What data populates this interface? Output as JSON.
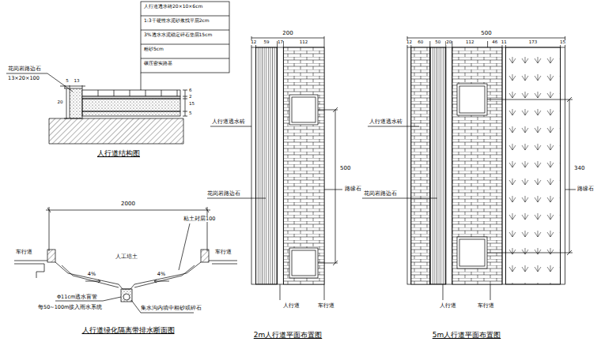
{
  "diagram": {
    "labels": [
      "人行道透水砖20×10×6cm",
      "1:3干硬性水泥砂浆找平层2cm",
      "3%透水水泥稳定碎石垫层15cm",
      "粗砂5cm",
      "碾压密实路基",
      "花岗岩路边石",
      "13×20×100",
      "5",
      "13",
      "20",
      "6",
      "2",
      "15",
      "5",
      "人行道结构图",
      "2000",
      "粘土封层100",
      "车行道",
      "人工培土",
      "车行道",
      "4%",
      "4%",
      "Φ11cm透水盲管",
      "每50~100m接入雨水系统",
      "集水沟内填中粗砂或碎石",
      "人行道绿化隔离带排水断面图",
      "200",
      "12",
      "59",
      "17",
      "112",
      "人行道透水砖",
      "花岗岩路边石",
      "500",
      "路缘石",
      "人行道",
      "车行道",
      "2m人行道平面布置图",
      "500",
      "12",
      "60",
      "50",
      "20",
      "112",
      "46",
      "11",
      "173",
      "15",
      "人行道透水砖",
      "花岗岩路边石",
      "340",
      "路缘石",
      "人行道",
      "车行道",
      "5m人行道平面布置图"
    ]
  }
}
